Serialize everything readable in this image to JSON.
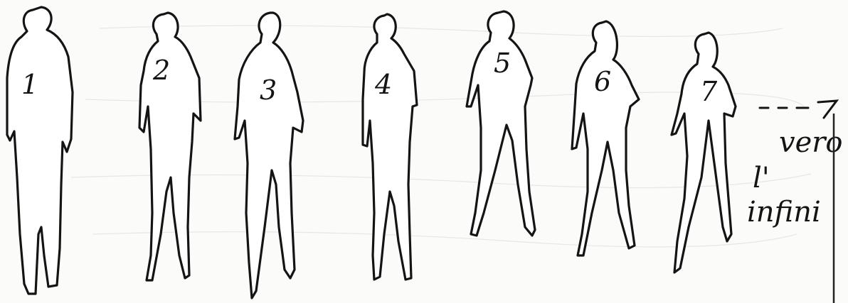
{
  "figures": [
    {
      "number": "1"
    },
    {
      "number": "2"
    },
    {
      "number": "3"
    },
    {
      "number": "4"
    },
    {
      "number": "5"
    },
    {
      "number": "6"
    },
    {
      "number": "7"
    }
  ],
  "annotation": {
    "line1": "vero",
    "line2": "l'",
    "line3": "infini"
  },
  "colors": {
    "ink": "#141414",
    "paper": "#fbfbfa"
  },
  "icons": {
    "arrow": "dashed-arrow-right-icon"
  }
}
